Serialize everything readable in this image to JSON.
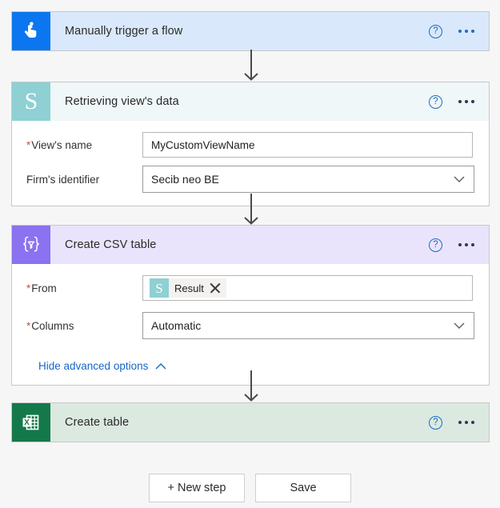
{
  "flow": {
    "steps": [
      {
        "id": "manually-trigger-a-flow",
        "title": "Manually trigger a flow",
        "icon": "tap-hand-icon",
        "icon_color": "#0b76ef",
        "header_color": "#d9e8fb",
        "help_label": "?",
        "more_label": "…",
        "expanded": false
      },
      {
        "id": "retrieving-views-data",
        "title": "Retrieving view's data",
        "icon": "secib-s-icon",
        "icon_letter": "S",
        "icon_color": "#8ed0d3",
        "header_color": "#eff7f8",
        "help_label": "?",
        "more_label": "…",
        "expanded": true,
        "fields": [
          {
            "label": "View's name",
            "required": true,
            "type": "text",
            "value": "MyCustomViewName",
            "placeholder": ""
          },
          {
            "label": "Firm's identifier",
            "required": false,
            "type": "dropdown",
            "value": "Secib neo BE"
          }
        ]
      },
      {
        "id": "create-csv-table",
        "title": "Create CSV table",
        "icon": "data-operation-braces-icon",
        "icon_color": "#8a72f0",
        "header_color": "#e9e4fc",
        "help_label": "?",
        "more_label": "…",
        "expanded": true,
        "fields": [
          {
            "label": "From",
            "required": true,
            "type": "token",
            "token": {
              "icon": "secib-s-icon",
              "icon_letter": "S",
              "icon_color": "#8ed0d3",
              "label": "Result",
              "remove_label": "remove-token"
            }
          },
          {
            "label": "Columns",
            "required": true,
            "type": "dropdown",
            "value": "Automatic"
          }
        ],
        "advanced_options_link": "Hide advanced options"
      },
      {
        "id": "create-table",
        "title": "Create table",
        "icon": "excel-icon",
        "icon_color": "#13794a",
        "header_color": "#dbe9e1",
        "help_label": "?",
        "more_label": "…",
        "expanded": false
      }
    ]
  },
  "footer": {
    "new_step_label": "+ New step",
    "save_label": "Save"
  },
  "colors": {
    "accent_blue": "#1567c8",
    "required_red": "#d64b4b",
    "canvas_bg": "#f6f6f6",
    "connector": "#4a4a4a"
  }
}
